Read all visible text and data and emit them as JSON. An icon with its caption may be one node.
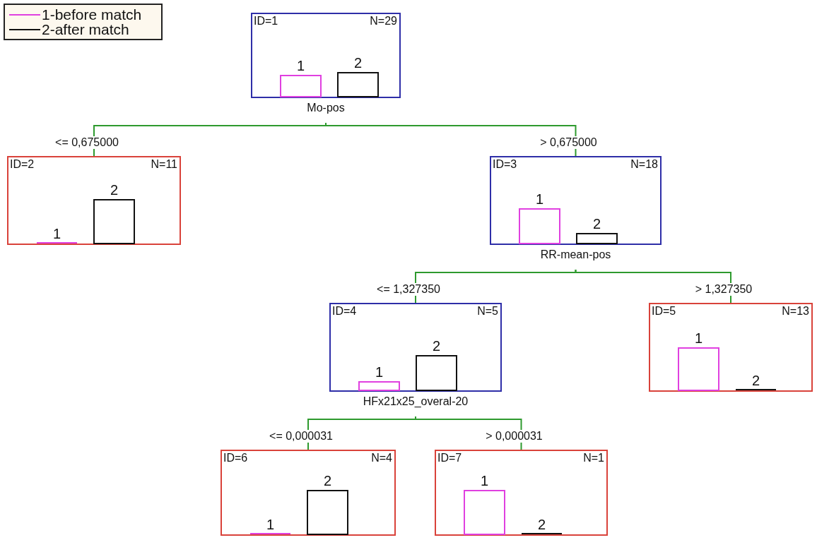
{
  "diagram": {
    "nodes": [
      {
        "text": [
          "ID=1",
          "N=29",
          "1",
          "2"
        ],
        "beside": [
          "Mo-pos"
        ]
      },
      {
        "text": [
          "ID=2",
          "N=11",
          "1",
          "2"
        ]
      },
      {
        "text": [
          "ID=3",
          "N=18",
          "1",
          "2"
        ],
        "beside": [
          "RR-mean-pos"
        ]
      },
      {
        "text": [
          "ID=4",
          "N=5",
          "1",
          "2"
        ],
        "beside": [
          "HFx21x25_overal-20"
        ]
      },
      {
        "text": [
          "ID=5",
          "N=13",
          "1",
          "2"
        ]
      },
      {
        "text": [
          "ID=6",
          "N=4",
          "1",
          "2"
        ]
      },
      {
        "text": [
          "ID=7",
          "N=1",
          "1",
          "2"
        ]
      }
    ],
    "edges": [
      {
        "from": 0,
        "to": 1,
        "arrow": "none",
        "label": "<= 0,675000"
      },
      {
        "from": 0,
        "to": 2,
        "arrow": "none",
        "label": "> 0,675000"
      },
      {
        "from": 2,
        "to": 3,
        "arrow": "none",
        "label": "<= 1,327350"
      },
      {
        "from": 2,
        "to": 4,
        "arrow": "none",
        "label": "> 1,327350"
      },
      {
        "from": 3,
        "to": 5,
        "arrow": "none",
        "label": "<= 0,000031"
      },
      {
        "from": 3,
        "to": 6,
        "arrow": "none",
        "label": "> 0,000031"
      }
    ],
    "legend": [
      {
        "text": "1-before match"
      },
      {
        "text": "2-after match"
      }
    ]
  }
}
